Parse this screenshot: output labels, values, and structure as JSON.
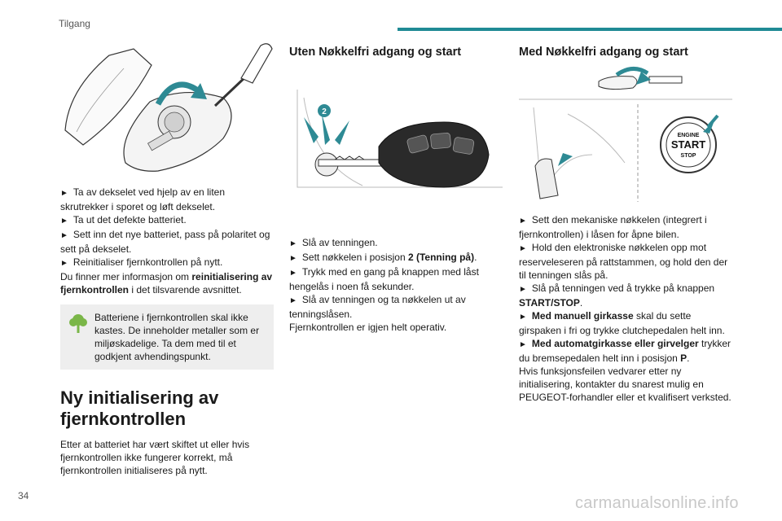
{
  "header": {
    "section": "Tilgang"
  },
  "page_number": "34",
  "watermark": "carmanualsonline.info",
  "col1": {
    "steps": [
      "Ta av dekselet ved hjelp av en liten skrutrekker i sporet og løft dekselet.",
      "Ta ut det defekte batteriet.",
      "Sett inn det nye batteriet, pass på polaritet og sett på dekselet.",
      "Reinitialiser fjernkontrollen på nytt."
    ],
    "info_pre": "Du finner mer informasjon om ",
    "info_bold": "reinitialisering av fjernkontrollen",
    "info_post": " i det tilsvarende avsnittet.",
    "note": "Batteriene i fjernkontrollen skal ikke kastes. De inneholder metaller som er miljøskadelige. Ta dem med til et godkjent avhendingspunkt.",
    "section_title": "Ny initialisering av fjernkontrollen",
    "section_text": "Etter at batteriet har vært skiftet ut eller hvis fjernkontrollen ikke fungerer korrekt, må fjernkontrollen initialiseres på nytt."
  },
  "col2": {
    "heading": "Uten Nøkkelfri adgang og start",
    "figure_badge": "2",
    "step1": "Slå av tenningen.",
    "step2_pre": "Sett nøkkelen i posisjon ",
    "step2_bold": "2 (Tenning på)",
    "step2_post": ".",
    "step3": "Trykk med en gang på knappen med låst hengelås i noen få sekunder.",
    "step4": "Slå av tenningen og ta nøkkelen ut av tenningslåsen.",
    "result": "Fjernkontrollen er igjen helt operativ."
  },
  "col3": {
    "heading": "Med Nøkkelfri adgang og start",
    "button_label": {
      "line1": "ENGINE",
      "line2": "START",
      "line3": "STOP"
    },
    "step1": "Sett den mekaniske nøkkelen (integrert i fjernkontrollen) i låsen for åpne bilen.",
    "step2": "Hold den elektroniske nøkkelen opp mot reserveleseren på rattstammen, og hold den der til tenningen slås på.",
    "step3_pre": "Slå på tenningen ved å trykke på knappen ",
    "step3_bold": "START/STOP",
    "step3_post": ".",
    "step4_bold": "Med manuell girkasse",
    "step4_post": " skal du sette girspaken i fri og trykke clutchepedalen helt inn.",
    "step5_bold": "Med automatgirkasse eller girvelger",
    "step5_post_pre": " trykker du bremsepedalen helt inn i posisjon ",
    "step5_p": "P",
    "step5_end": ".",
    "followup": "Hvis funksjonsfeilen vedvarer etter ny initialisering, kontakter du snarest mulig en PEUGEOT-forhandler eller et kvalifisert verksted."
  },
  "colors": {
    "accent": "#1f8a95",
    "note_bg": "#eeeeee",
    "leaf_green": "#7ab648",
    "arrow_teal": "#2e8a94"
  }
}
